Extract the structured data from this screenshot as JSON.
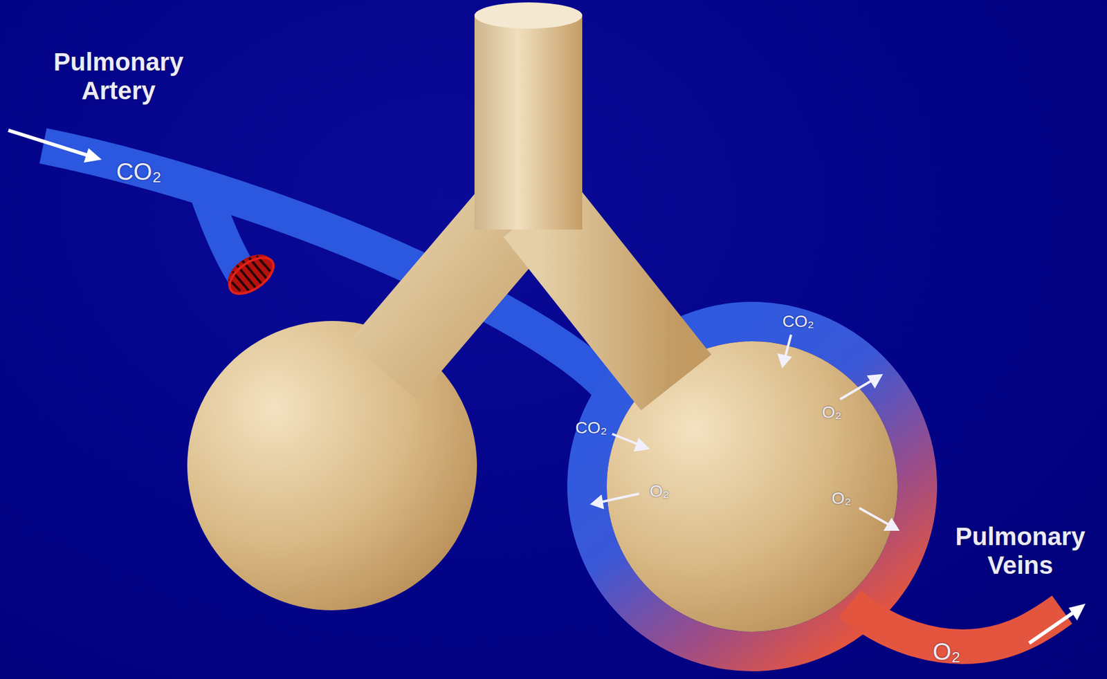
{
  "diagram": {
    "labels": [
      "Pulmonary Artery",
      "CO₂",
      "CO₂",
      "O₂",
      "CO₂",
      "O₂",
      "O₂",
      "Pulmonary Veins",
      "O₂"
    ]
  }
}
